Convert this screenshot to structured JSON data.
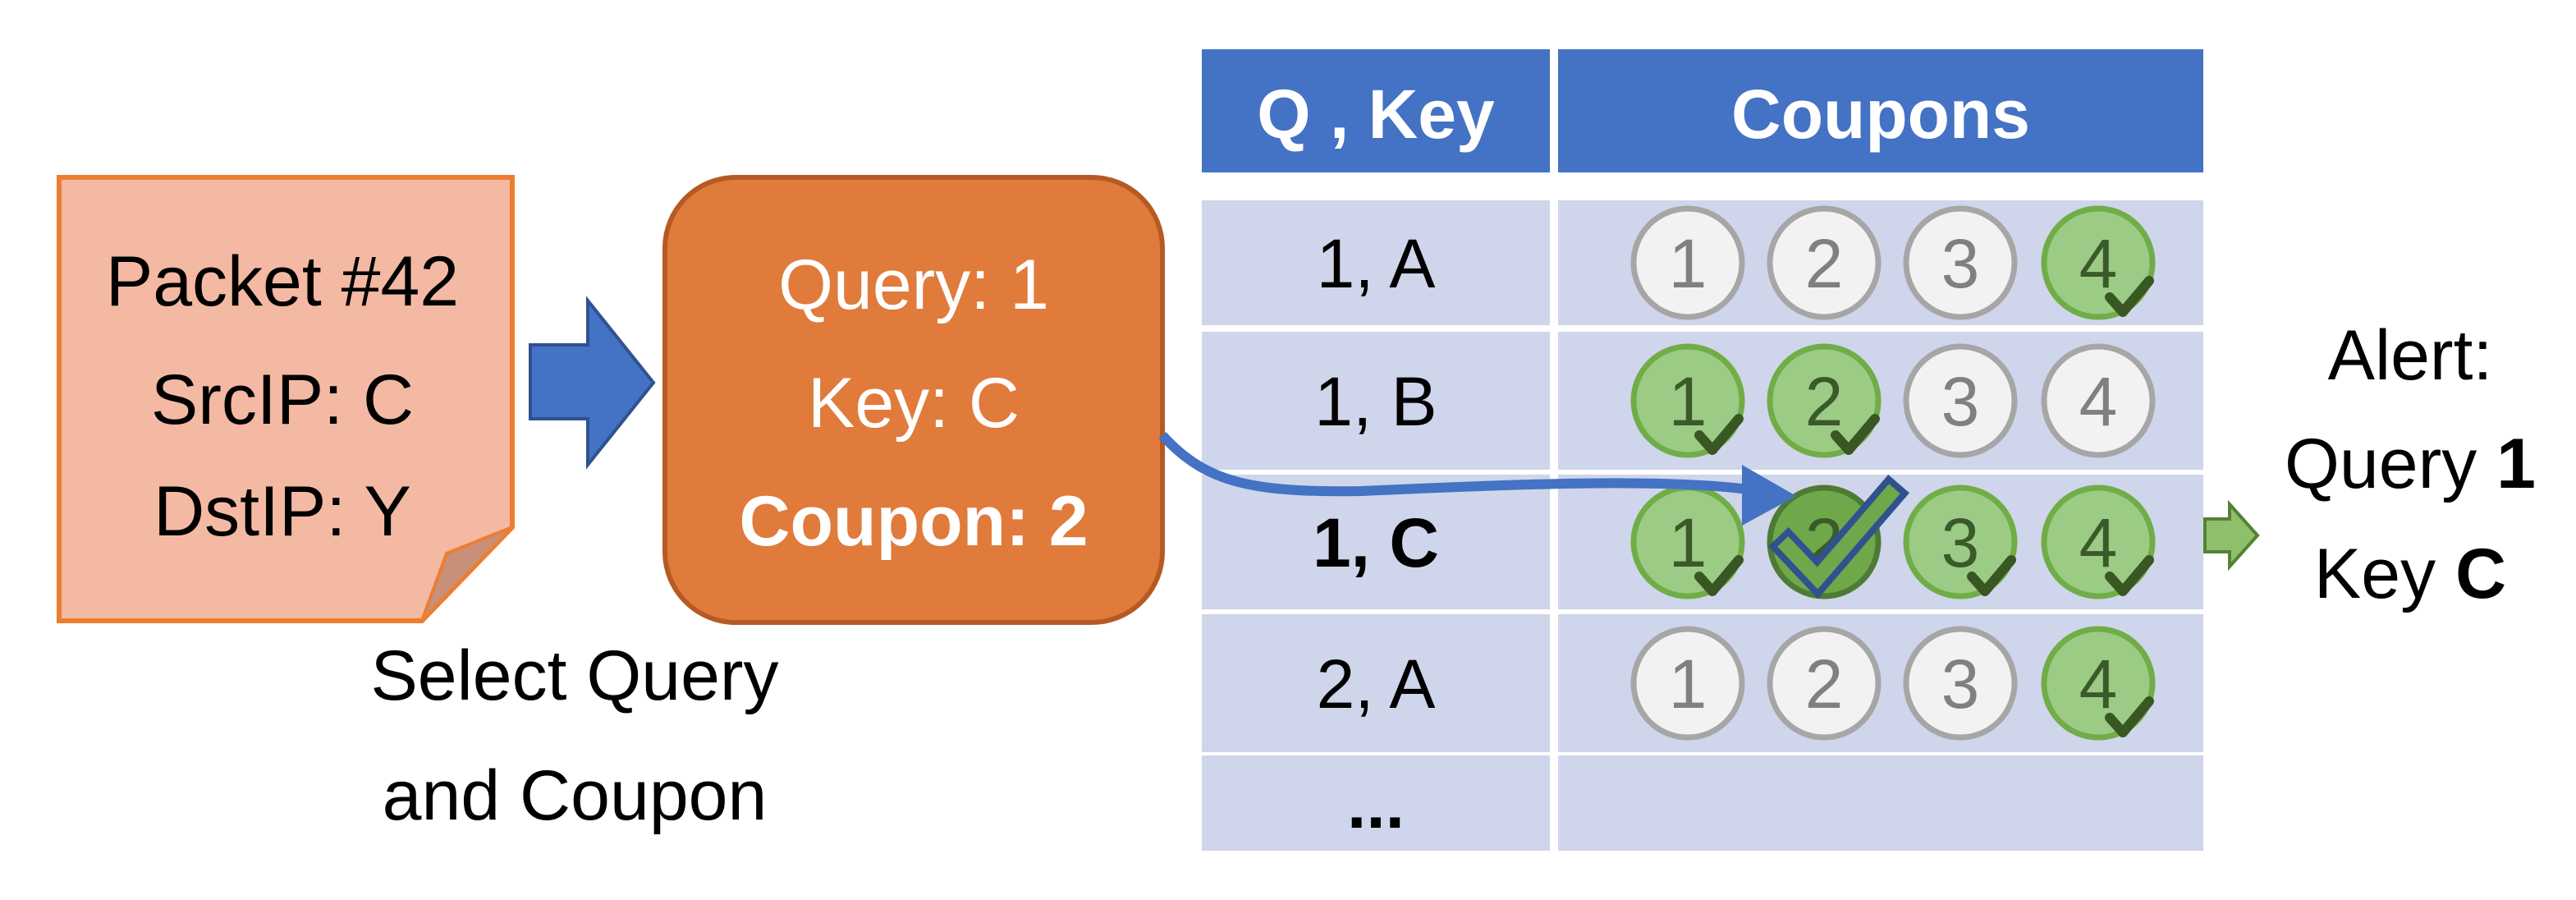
{
  "packet": {
    "lines": [
      "Packet #42",
      "SrcIP: C",
      "DstIP: Y"
    ]
  },
  "query_box": {
    "lines": [
      "Query: 1",
      "Key: C",
      "Coupon: 2"
    ]
  },
  "caption": {
    "lines": [
      "Select Query",
      "and Coupon"
    ]
  },
  "table": {
    "headers": [
      "Q , Key",
      "Coupons"
    ],
    "rows": [
      {
        "key": "1, A",
        "bold": false,
        "coupons": [
          {
            "label": "1",
            "state": "empty"
          },
          {
            "label": "2",
            "state": "empty"
          },
          {
            "label": "3",
            "state": "empty"
          },
          {
            "label": "4",
            "state": "collected"
          }
        ]
      },
      {
        "key": "1, B",
        "bold": false,
        "coupons": [
          {
            "label": "1",
            "state": "collected"
          },
          {
            "label": "2",
            "state": "collected"
          },
          {
            "label": "3",
            "state": "empty"
          },
          {
            "label": "4",
            "state": "empty"
          }
        ]
      },
      {
        "key": "1, C",
        "bold": true,
        "coupons": [
          {
            "label": "1",
            "state": "collected"
          },
          {
            "label": "2",
            "state": "new"
          },
          {
            "label": "3",
            "state": "collected"
          },
          {
            "label": "4",
            "state": "collected"
          }
        ]
      },
      {
        "key": "2, A",
        "bold": false,
        "coupons": [
          {
            "label": "1",
            "state": "empty"
          },
          {
            "label": "2",
            "state": "empty"
          },
          {
            "label": "3",
            "state": "empty"
          },
          {
            "label": "4",
            "state": "collected"
          }
        ]
      },
      {
        "key": "...",
        "bold": true,
        "coupons": []
      }
    ]
  },
  "alert": {
    "line1": "Alert:",
    "query_prefix": "Query ",
    "query_value": "1",
    "key_prefix": "Key ",
    "key_value": "C"
  },
  "colors": {
    "packet_fill": "#F4B9A3",
    "packet_border": "#ED7D31",
    "query_fill": "#E07B3C",
    "query_border": "#B55A25",
    "header_fill": "#4472C4",
    "row_fill": "#CFD5EA",
    "arrow_blue": "#4472C4",
    "green_fill": "#9CCB86",
    "green_border": "#70AD47",
    "green_dark": "#6FA84A",
    "check_dark": "#385723"
  }
}
